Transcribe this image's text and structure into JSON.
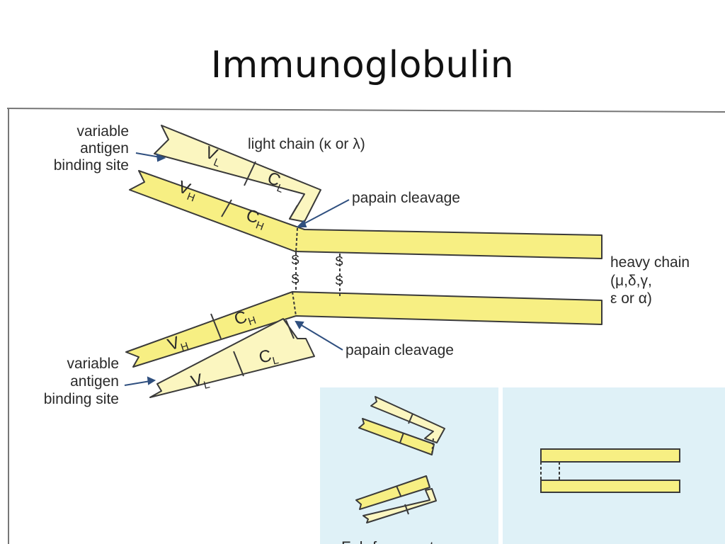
{
  "title": "Immunoglobulin",
  "colors": {
    "chain_fill": "#f7ef83",
    "light_chain_fill": "#fbf6c0",
    "fragment_panel": "#dff1f7",
    "outline": "#3a3a3a",
    "pointer": "#2f4f7f"
  },
  "labels": {
    "top_site_line1": "variable",
    "top_site_line2": "antigen",
    "top_site_line3": "binding site",
    "light_chain": "light chain (κ or λ)",
    "top_cleavage": "papain cleavage",
    "heavy_chain_line1": "heavy chain",
    "heavy_chain_line2": "(μ,δ,γ,",
    "heavy_chain_line3": "ε or α)",
    "bottom_cleavage": "papain cleavage",
    "bottom_site_line1": "variable",
    "bottom_site_line2": "antigen",
    "bottom_site_line3": "binding site",
    "disulfide_s": "S",
    "fab_caption": "Fab fragment"
  },
  "segments": {
    "vl": "V",
    "vl_sub": "L",
    "cl": "C",
    "cl_sub": "L",
    "vh": "V",
    "vh_sub": "H",
    "ch": "C",
    "ch_sub": "H"
  }
}
